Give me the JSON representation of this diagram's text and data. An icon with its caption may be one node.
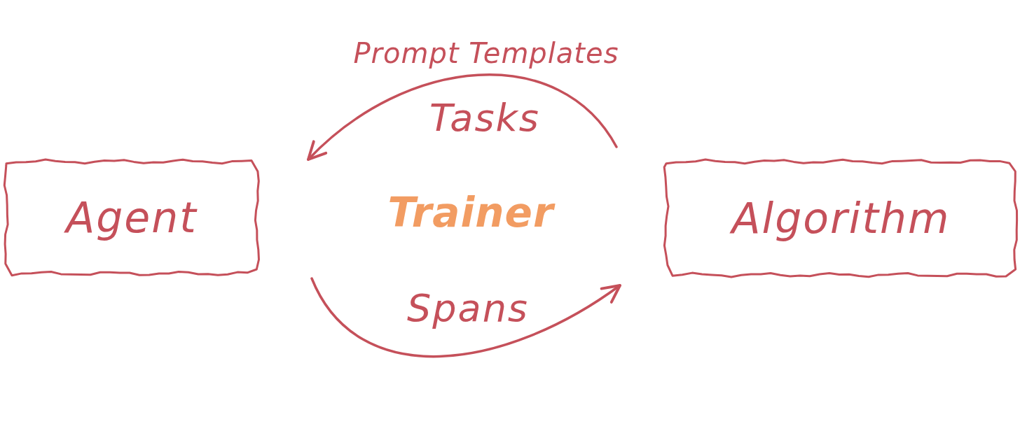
{
  "diagram": {
    "nodes": [
      {
        "text": [
          "Agent"
        ]
      },
      {
        "text": [
          "Algorithm"
        ]
      }
    ],
    "edges": [
      {
        "from": 1,
        "to": 0,
        "arrow": "to",
        "label": "Tasks"
      },
      {
        "from": 0,
        "to": 1,
        "arrow": "to",
        "label": "Spans"
      }
    ],
    "labels": [
      "Prompt Templates",
      "Trainer"
    ]
  }
}
